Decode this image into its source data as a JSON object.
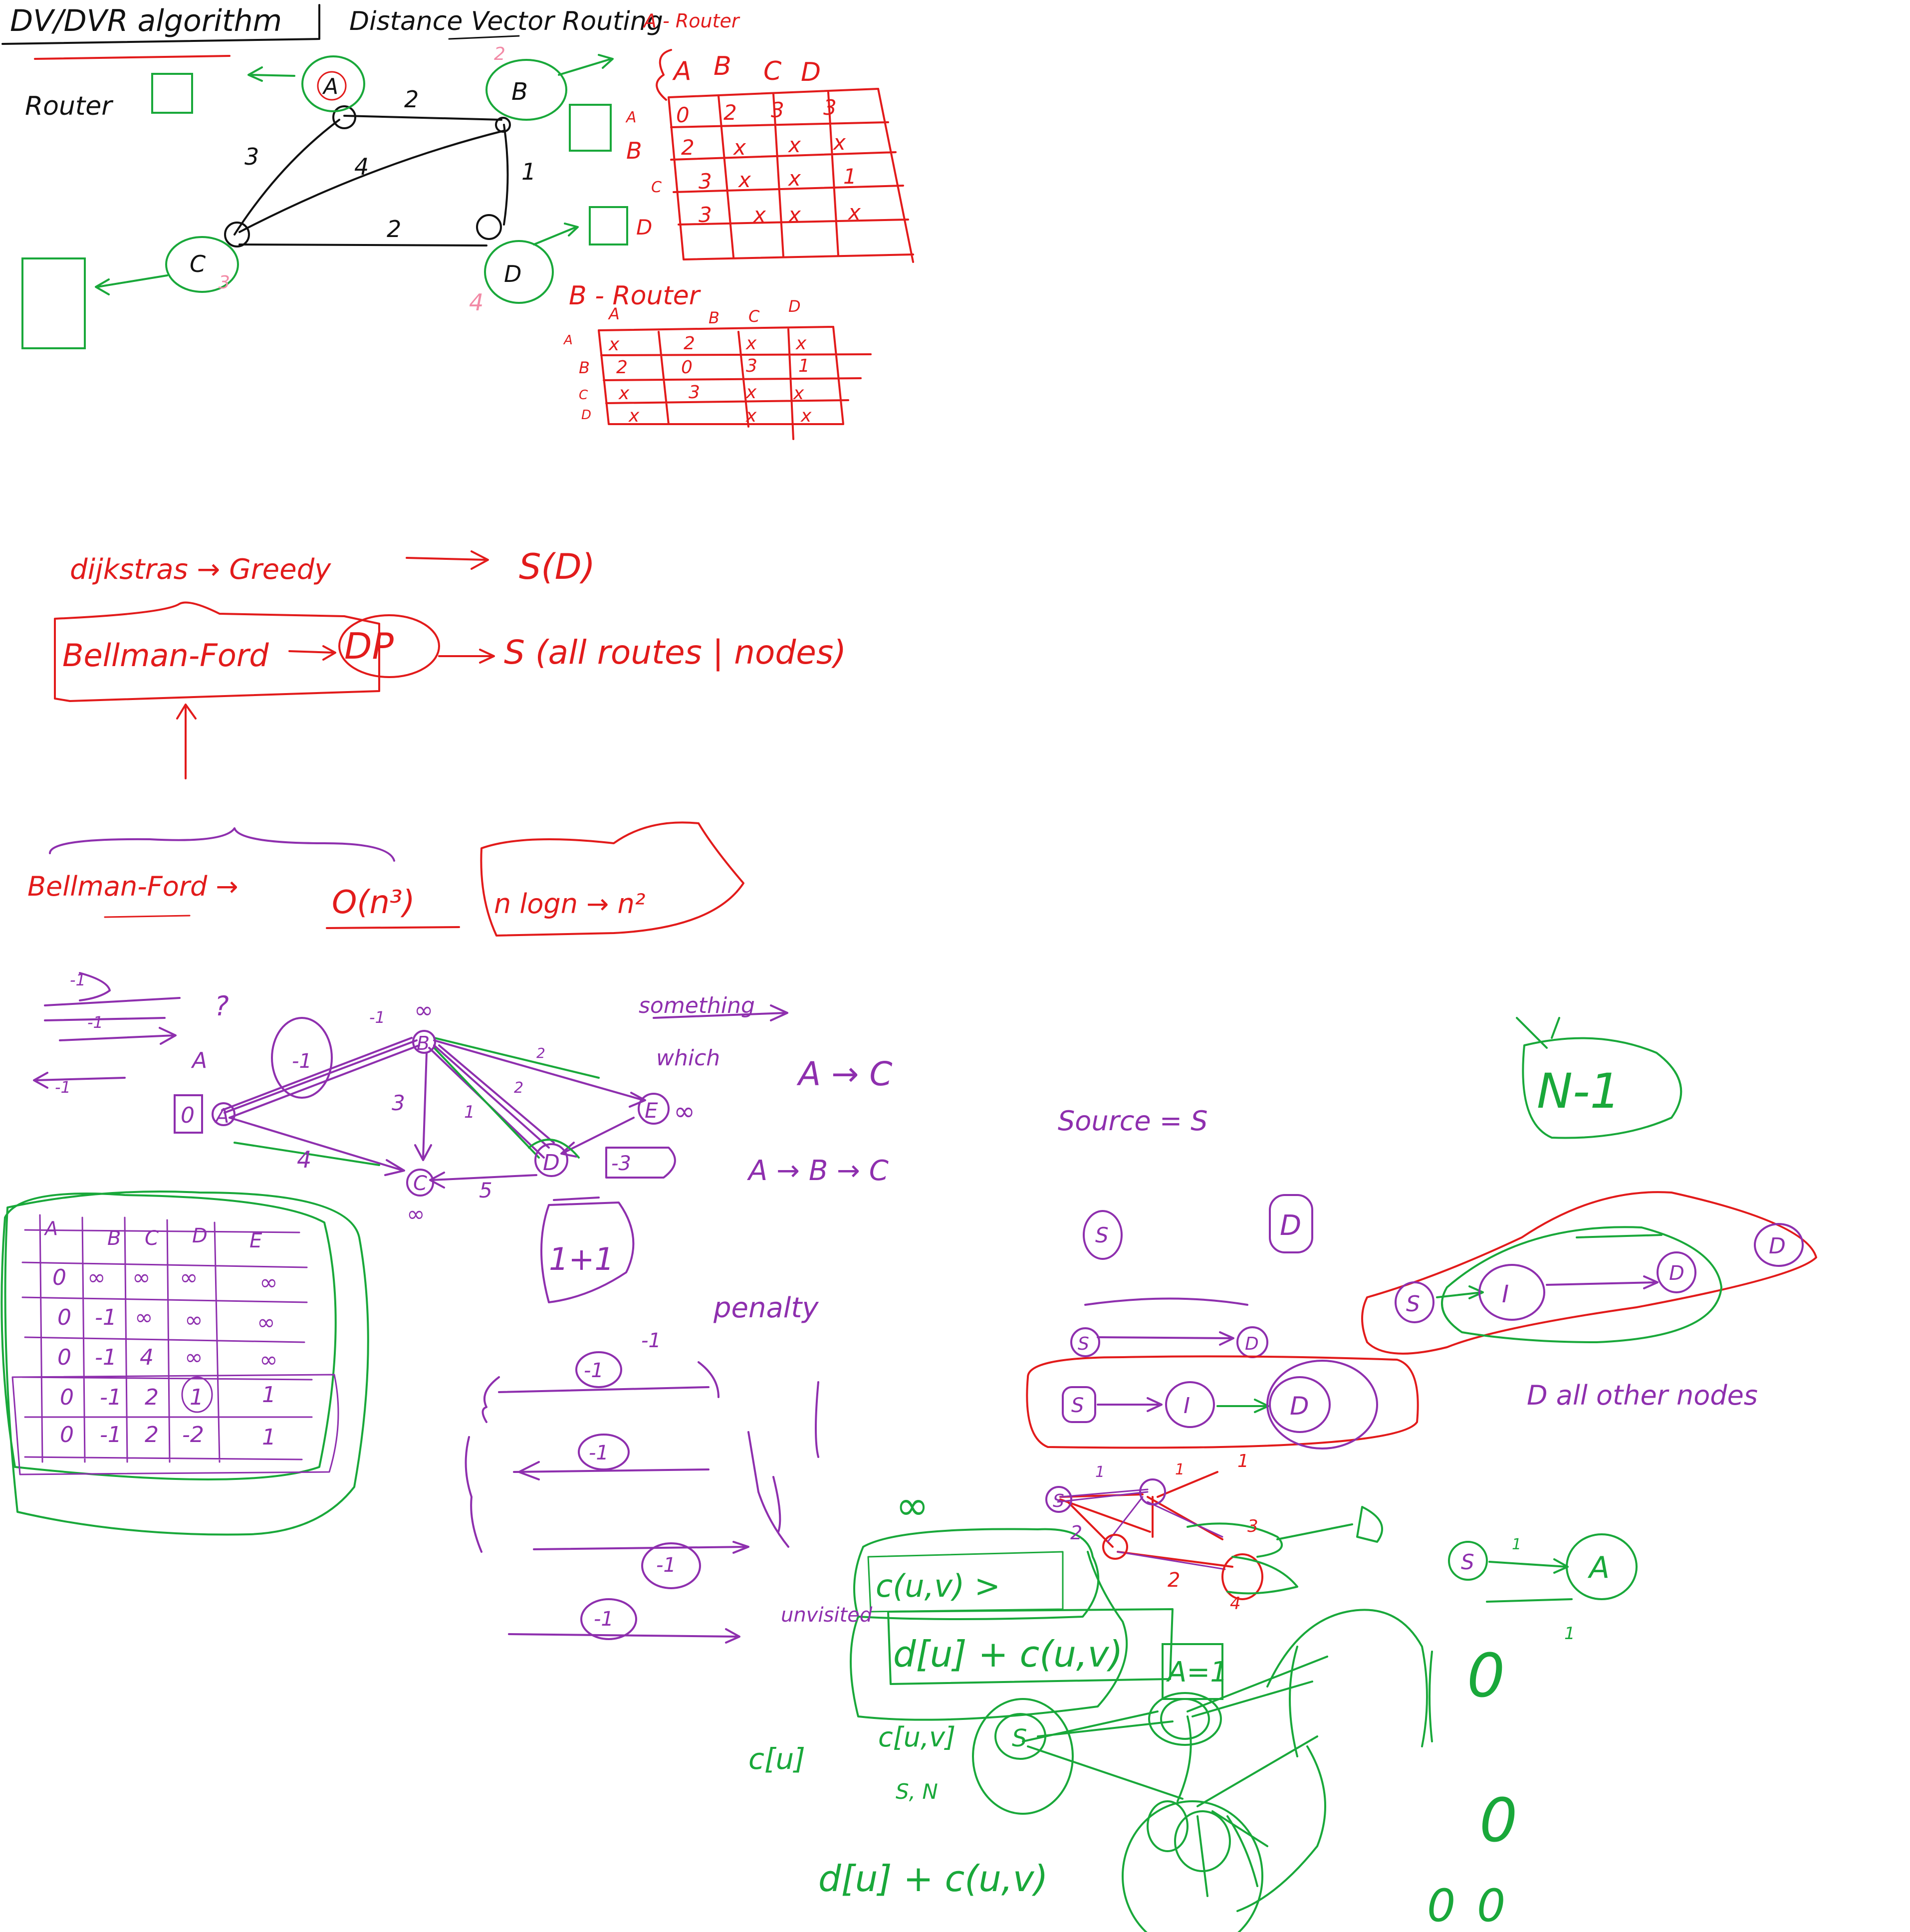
{
  "colors": {
    "black": "#111111",
    "red": "#e21b1b",
    "green": "#19a83a",
    "purple": "#8e2fae",
    "pink": "#f28aa6"
  },
  "header": {
    "title": "DV/DVR algorithm",
    "subtitle": "Distance Vector Routing",
    "router_label": "Router"
  },
  "top_graph": {
    "node_labels": [
      "A",
      "B",
      "C",
      "D"
    ],
    "edge_labels": [
      "2",
      "3",
      "4",
      "1",
      "2"
    ],
    "extra_numbers": [
      "2",
      "3",
      "4"
    ]
  },
  "a_router_table": {
    "title": "A - Router",
    "col_headers": [
      "A",
      "B",
      "C",
      "D"
    ],
    "row_headers": [
      "A",
      "B",
      "C",
      "D"
    ],
    "rows": [
      [
        "0",
        "2",
        "3",
        "3"
      ],
      [
        "2",
        "x",
        "x",
        "x"
      ],
      [
        "3",
        "x",
        "x",
        "1"
      ],
      [
        "3",
        "x",
        "x",
        "x"
      ]
    ]
  },
  "b_router_table": {
    "title": "B - Router",
    "col_headers": [
      "A",
      "B",
      "C",
      "D"
    ],
    "row_headers": [
      "A",
      "B",
      "C",
      "D"
    ],
    "rows": [
      [
        "x",
        "2",
        "x",
        "x"
      ],
      [
        "2",
        "0",
        "3",
        "1"
      ],
      [
        "x",
        "3",
        "x",
        "x"
      ],
      [
        "x",
        "",
        "x",
        "x"
      ]
    ]
  },
  "algorithms": {
    "dijkstra_line": "dijkstras → Greedy",
    "dijkstra_target": "S(D)",
    "bellman_line": "Bellman-Ford",
    "bellman_dp": "DP",
    "bellman_target": "S (all routes | nodes)",
    "complexity_left": "Bellman-Ford →",
    "complexity_value": "O(n³)",
    "complexity_compare": "n logn → n²"
  },
  "negative_graph": {
    "node_labels": [
      "A",
      "B",
      "C",
      "D",
      "E"
    ],
    "node_values": [
      "0",
      "-1",
      "∞",
      "-3",
      "∞"
    ],
    "edge_labels": [
      "-1",
      "4",
      "3",
      "2",
      "2",
      "1",
      "5"
    ],
    "notes": [
      "-1",
      "-1",
      "-1",
      "?",
      "A",
      "1+1"
    ]
  },
  "dp_table": {
    "headers": [
      "A",
      "B",
      "C",
      "D",
      "E"
    ],
    "rows": [
      [
        "0",
        "∞",
        "∞",
        "∞",
        "∞"
      ],
      [
        "0",
        "-1",
        "∞",
        "∞",
        "∞"
      ],
      [
        "0",
        "-1",
        "4",
        "∞",
        "∞"
      ],
      [
        "0",
        "-1",
        "2",
        "1",
        "1"
      ],
      [
        "0",
        "-1",
        "2",
        "-2",
        "1"
      ]
    ]
  },
  "middle_notes": {
    "something": "something",
    "which": "which",
    "a_to_c": "A → C",
    "a_to_b_to_c": "A → B → C",
    "penalty": "penalty",
    "minus_one": "-1",
    "brace_values": [
      "-1",
      "-1",
      "-1",
      "-1"
    ]
  },
  "right_notes": {
    "source": "Source = S",
    "n_minus_one": "N-1",
    "s": "S",
    "d": "D",
    "i": "I",
    "all_other_nodes": "D all other nodes",
    "infinity": "∞",
    "relax_cuv": "c(u,v) >",
    "relax_formula": "d[u] + c(u,v)",
    "a_eq_1": "A=1",
    "c_uv": "c[u,v]",
    "c_u": "c[u]",
    "s_n": "S, N",
    "d_formula": "d[u] + c(u,v)",
    "unvisited": "unvisited",
    "zeros": [
      "0",
      "0",
      "0",
      "0"
    ],
    "edge_weights": [
      "1",
      "2",
      "2",
      "3",
      "4",
      "1",
      "1"
    ]
  }
}
